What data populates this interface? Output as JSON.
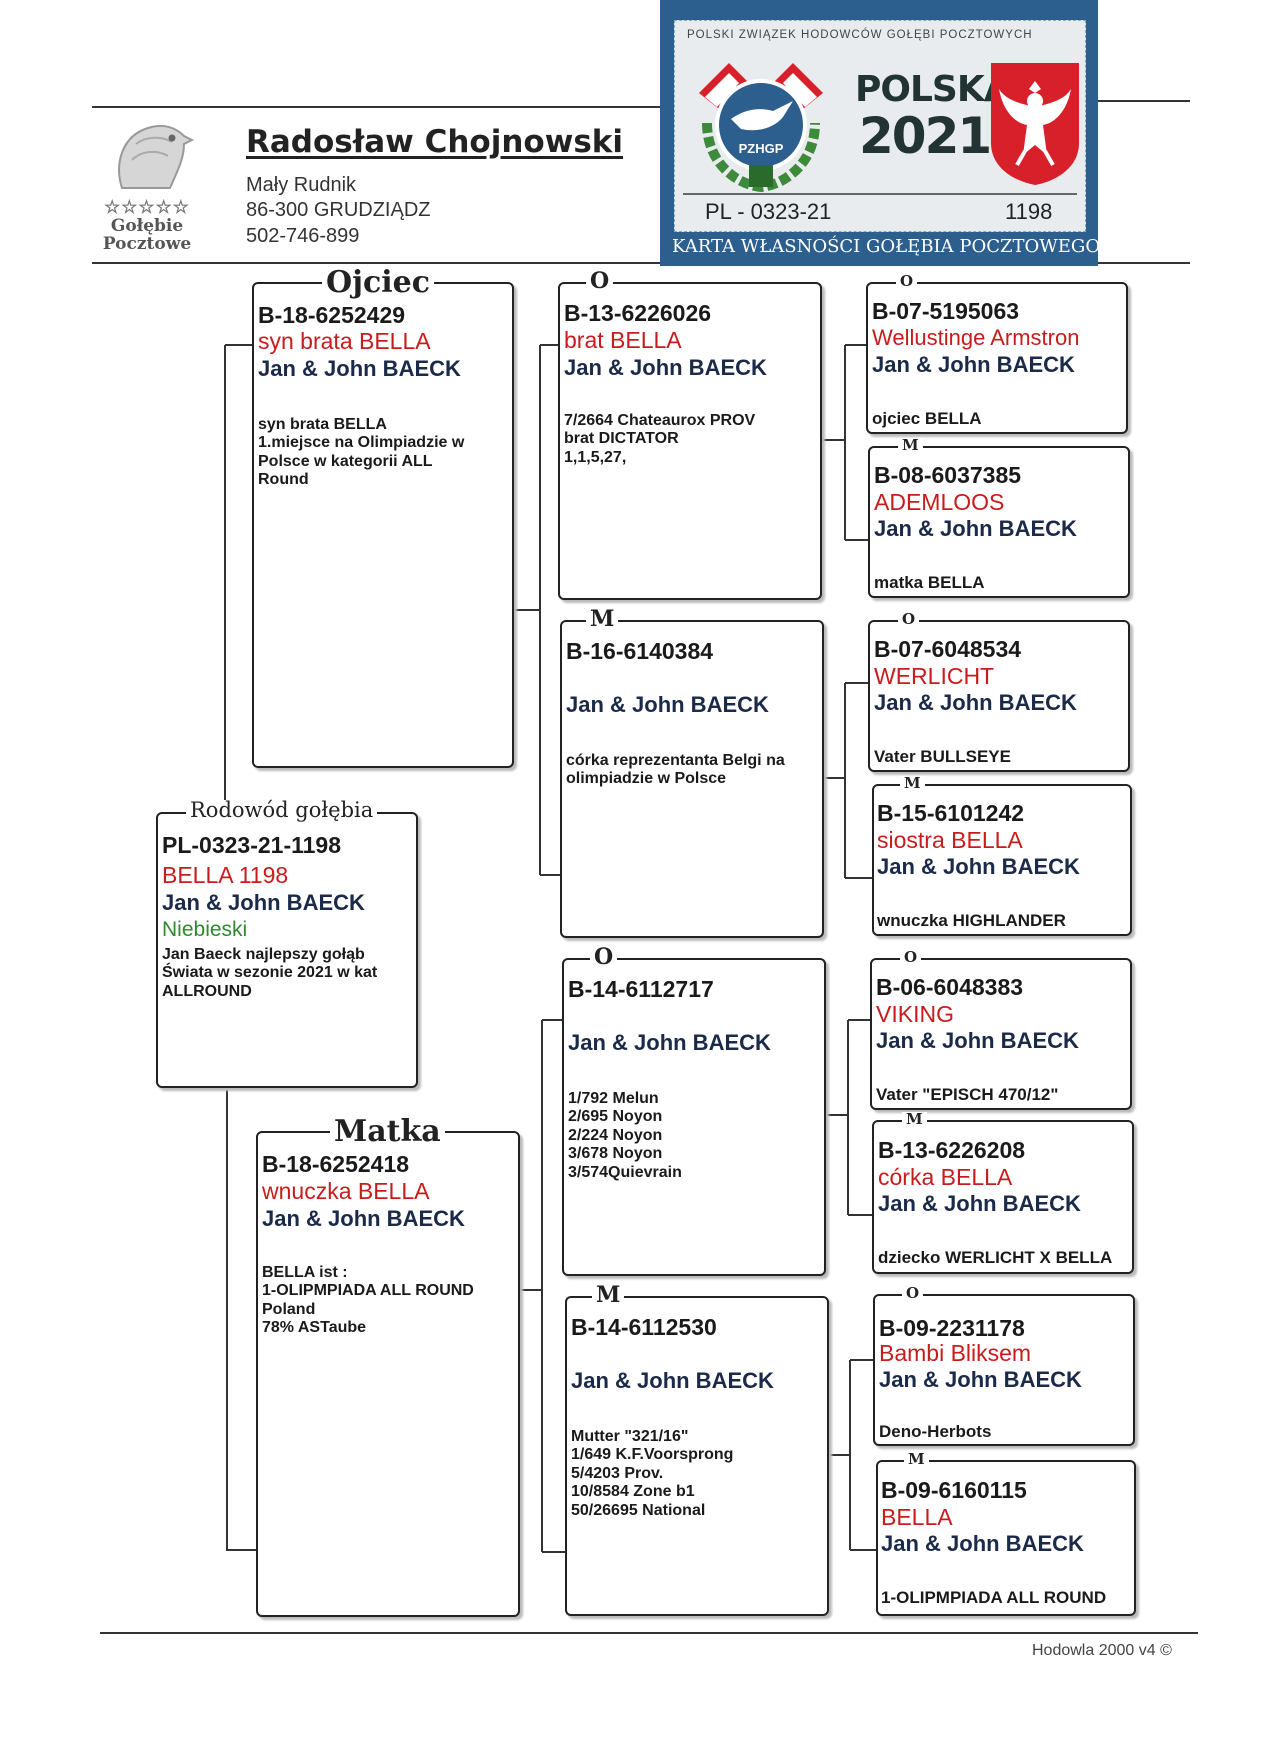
{
  "breeder": {
    "name": "Radosław Chojnowski",
    "address_line1": "Mały Rudnik",
    "address_line2": "86-300 GRUDZIĄDZ",
    "phone": "502-746-899"
  },
  "logo": {
    "stars": "☆☆☆☆☆",
    "line1": "Gołębie",
    "line2": "Pocztowe"
  },
  "card": {
    "org": "POLSKI ZWIĄZEK HODOWCÓW GOŁĘBI POCZTOWYCH",
    "country": "POLSKA",
    "year": "2021",
    "emblem_text": "PZHGP",
    "ring": "PL - 0323-21",
    "number": "1198",
    "footer": "KARTA WŁASNOŚCI GOŁĘBIA POCZTOWEGO",
    "colors": {
      "blue": "#2c5f8d",
      "red": "#d8202a",
      "green": "#3c8a3a",
      "white": "#ffffff"
    }
  },
  "labels": {
    "subject": "Rodowód gołębia",
    "father": "Ojciec",
    "mother": "Matka",
    "o": "O",
    "m": "M"
  },
  "subject": {
    "ring": "PL-0323-21-1198",
    "name": "BELLA 1198",
    "owner": "Jan & John BAECK",
    "color": "Niebieski",
    "note": "Jan Baeck najlepszy gołąb\nŚwiata w sezonie 2021 w kat\nALLROUND"
  },
  "father": {
    "ring": "B-18-6252429",
    "name": "syn brata BELLA",
    "owner": "Jan & John BAECK",
    "note": "syn brata BELLA\n1.miejsce na Olimpiadzie w\nPolsce w kategorii ALL\nRound"
  },
  "mother": {
    "ring": "B-18-6252418",
    "name": "wnuczka BELLA",
    "owner": "Jan & John BAECK",
    "note": " BELLA ist :\n1-OLIPMPIADA ALL ROUND\nPoland\n78% ASTaube"
  },
  "ff": {
    "ring": "B-13-6226026",
    "name": "brat BELLA",
    "owner": "Jan & John BAECK",
    "note": "7/2664 Chateaurox PROV\nbrat DICTATOR\n1,1,5,27,"
  },
  "fm": {
    "ring": "B-16-6140384",
    "name": "",
    "owner": "Jan & John BAECK",
    "note": "córka reprezentanta Belgi na\nolimpiadzie w Polsce"
  },
  "mf": {
    "ring": "B-14-6112717",
    "name": "",
    "owner": "Jan & John BAECK",
    "note": "1/792 Melun\n2/695 Noyon\n2/224 Noyon\n3/678 Noyon\n3/574Quievrain"
  },
  "mm": {
    "ring": "B-14-6112530",
    "name": "",
    "owner": "Jan & John BAECK",
    "note": "Mutter \"321/16\"\n1/649 K.F.Voorsprong\n5/4203 Prov.\n10/8584 Zone b1\n50/26695 National"
  },
  "gen3": [
    {
      "ring": "B-07-5195063",
      "name": "Wellustinge Armstron",
      "owner": "Jan & John BAECK",
      "note": "ojciec  BELLA"
    },
    {
      "ring": "B-08-6037385",
      "name": "ADEMLOOS",
      "owner": "Jan & John BAECK",
      "note": "matka BELLA"
    },
    {
      "ring": "B-07-6048534",
      "name": "WERLICHT",
      "owner": "Jan & John BAECK",
      "note": "Vater BULLSEYE"
    },
    {
      "ring": "B-15-6101242",
      "name": "siostra BELLA",
      "owner": "Jan & John BAECK",
      "note": "wnuczka HIGHLANDER"
    },
    {
      "ring": "B-06-6048383",
      "name": "VIKING",
      "owner": "Jan & John BAECK",
      "note": "Vater \"EPISCH 470/12\""
    },
    {
      "ring": "B-13-6226208",
      "name": "córka BELLA",
      "owner": "Jan & John BAECK",
      "note": "dziecko WERLICHT X BELLA"
    },
    {
      "ring": "B-09-2231178",
      "name": "Bambi Bliksem",
      "owner": "Jan & John BAECK",
      "note": "Deno-Herbots"
    },
    {
      "ring": "B-09-6160115",
      "name": "BELLA",
      "owner": "Jan & John BAECK",
      "note": "1-OLIPMPIADA ALL ROUND"
    }
  ],
  "footer": {
    "software": "Hodowla 2000 v4 ©"
  }
}
